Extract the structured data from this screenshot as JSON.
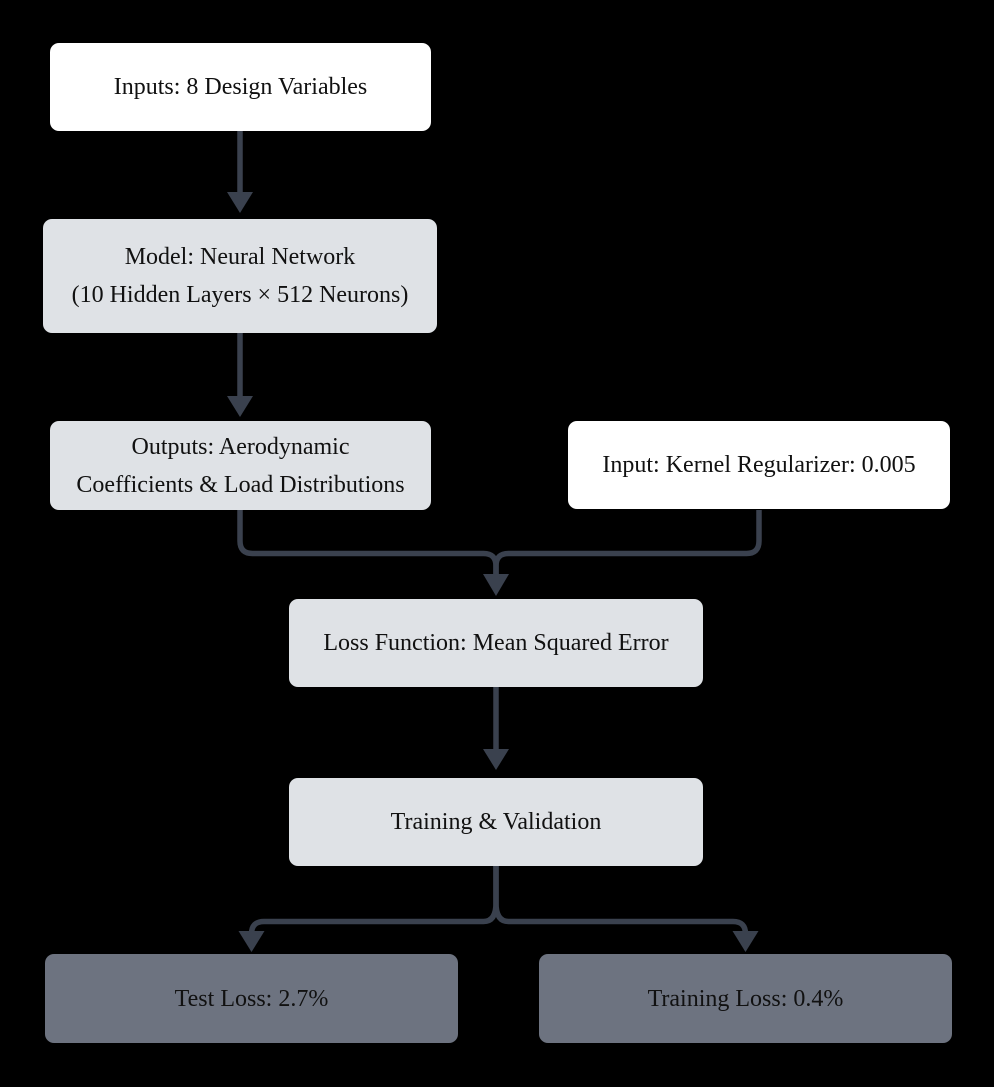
{
  "colors": {
    "background": "#000000",
    "node_white": "#ffffff",
    "node_light": "#dfe2e6",
    "node_dark": "#6d7380",
    "edge": "#3a414e",
    "text": "#111111"
  },
  "nodes": {
    "inputs": {
      "label": "Inputs: 8 Design Variables"
    },
    "model": {
      "line1": "Model: Neural Network",
      "line2": "(10 Hidden Layers × 512 Neurons)"
    },
    "outputs": {
      "line1": "Outputs: Aerodynamic",
      "line2": "Coefficients & Load Distributions"
    },
    "kernel": {
      "label": "Input: Kernel Regularizer: 0.005"
    },
    "loss": {
      "label": "Loss Function: Mean Squared Error"
    },
    "training": {
      "label": "Training & Validation"
    },
    "test_loss": {
      "label": "Test Loss: 2.7%"
    },
    "training_loss": {
      "label": "Training Loss: 0.4%"
    }
  }
}
